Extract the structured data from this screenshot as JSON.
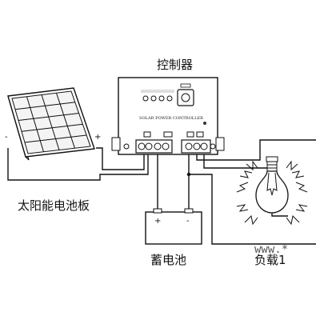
{
  "labels": {
    "controller": "控制器",
    "solar_panel": "太阳能电池板",
    "battery": "蓄电池",
    "load": "负载1",
    "controller_panel_text": "SOLAR POWER CONTROLLER",
    "panel_minus": "-",
    "panel_plus": "+",
    "battery_plus": "+",
    "battery_minus": "-",
    "watermark": "www.*"
  },
  "colors": {
    "line": "#111111",
    "panel_fill": "#ffffff",
    "panel_cell_fill": "#f4f4f4"
  }
}
